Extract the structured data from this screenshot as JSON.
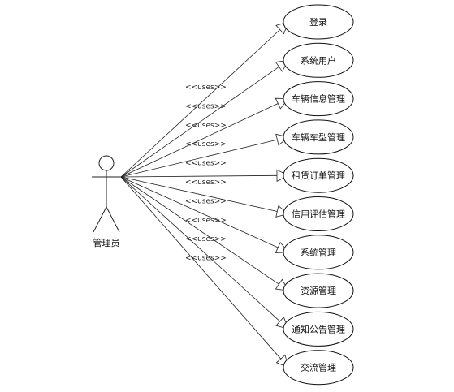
{
  "diagram": {
    "type": "use-case",
    "actor": {
      "name": "管理员",
      "icon": "stick-figure-icon"
    },
    "stereotype": "<<uses>>",
    "use_cases": [
      {
        "label": "登录"
      },
      {
        "label": "系统用户"
      },
      {
        "label": "车辆信息管理"
      },
      {
        "label": "车辆车型管理"
      },
      {
        "label": "租赁订单管理"
      },
      {
        "label": "信用评估管理"
      },
      {
        "label": "系统管理"
      },
      {
        "label": "资源管理"
      },
      {
        "label": "通知公告管理"
      },
      {
        "label": "交流管理"
      }
    ],
    "relations": [
      {
        "from": "actor",
        "to": 0,
        "label": "<<uses>>"
      },
      {
        "from": "actor",
        "to": 1,
        "label": "<<uses>>"
      },
      {
        "from": "actor",
        "to": 2,
        "label": "<<uses>>"
      },
      {
        "from": "actor",
        "to": 3,
        "label": "<<uses>>"
      },
      {
        "from": "actor",
        "to": 4,
        "label": "<<uses>>"
      },
      {
        "from": "actor",
        "to": 5,
        "label": "<<uses>>"
      },
      {
        "from": "actor",
        "to": 6,
        "label": "<<uses>>"
      },
      {
        "from": "actor",
        "to": 7,
        "label": "<<uses>>"
      },
      {
        "from": "actor",
        "to": 8,
        "label": "<<uses>>"
      },
      {
        "from": "actor",
        "to": 9,
        "label": "<<uses>>"
      }
    ]
  }
}
